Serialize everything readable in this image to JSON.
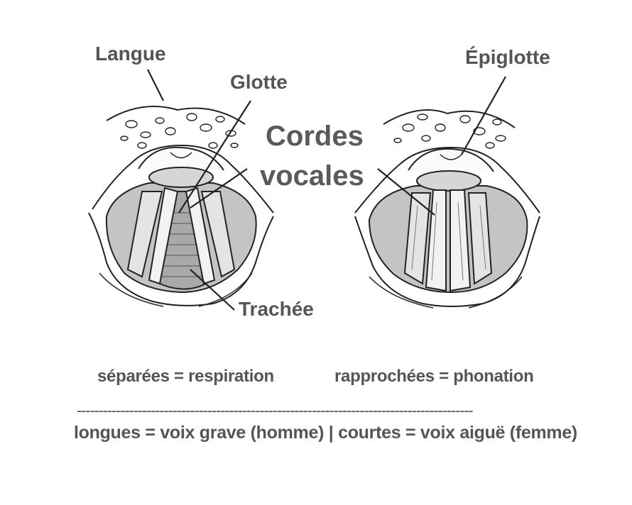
{
  "labels": {
    "langue": "Langue",
    "glotte": "Glotte",
    "epiglotte": "Épiglotte",
    "cordes_line1": "Cordes",
    "cordes_line2": "vocales",
    "trachee": "Trachée"
  },
  "captions": {
    "left": "séparées = respiration",
    "right": "rapprochées = phonation",
    "separator": "-------------------------------------------------------------------------------------------",
    "bottom": "longues = voix grave (homme) | courtes = voix aiguë (femme)"
  },
  "colors": {
    "ink": "#222222",
    "label_text": "#555555",
    "tissue_fill": "#bdbdbd",
    "fold_fill": "#f2f2f2"
  }
}
